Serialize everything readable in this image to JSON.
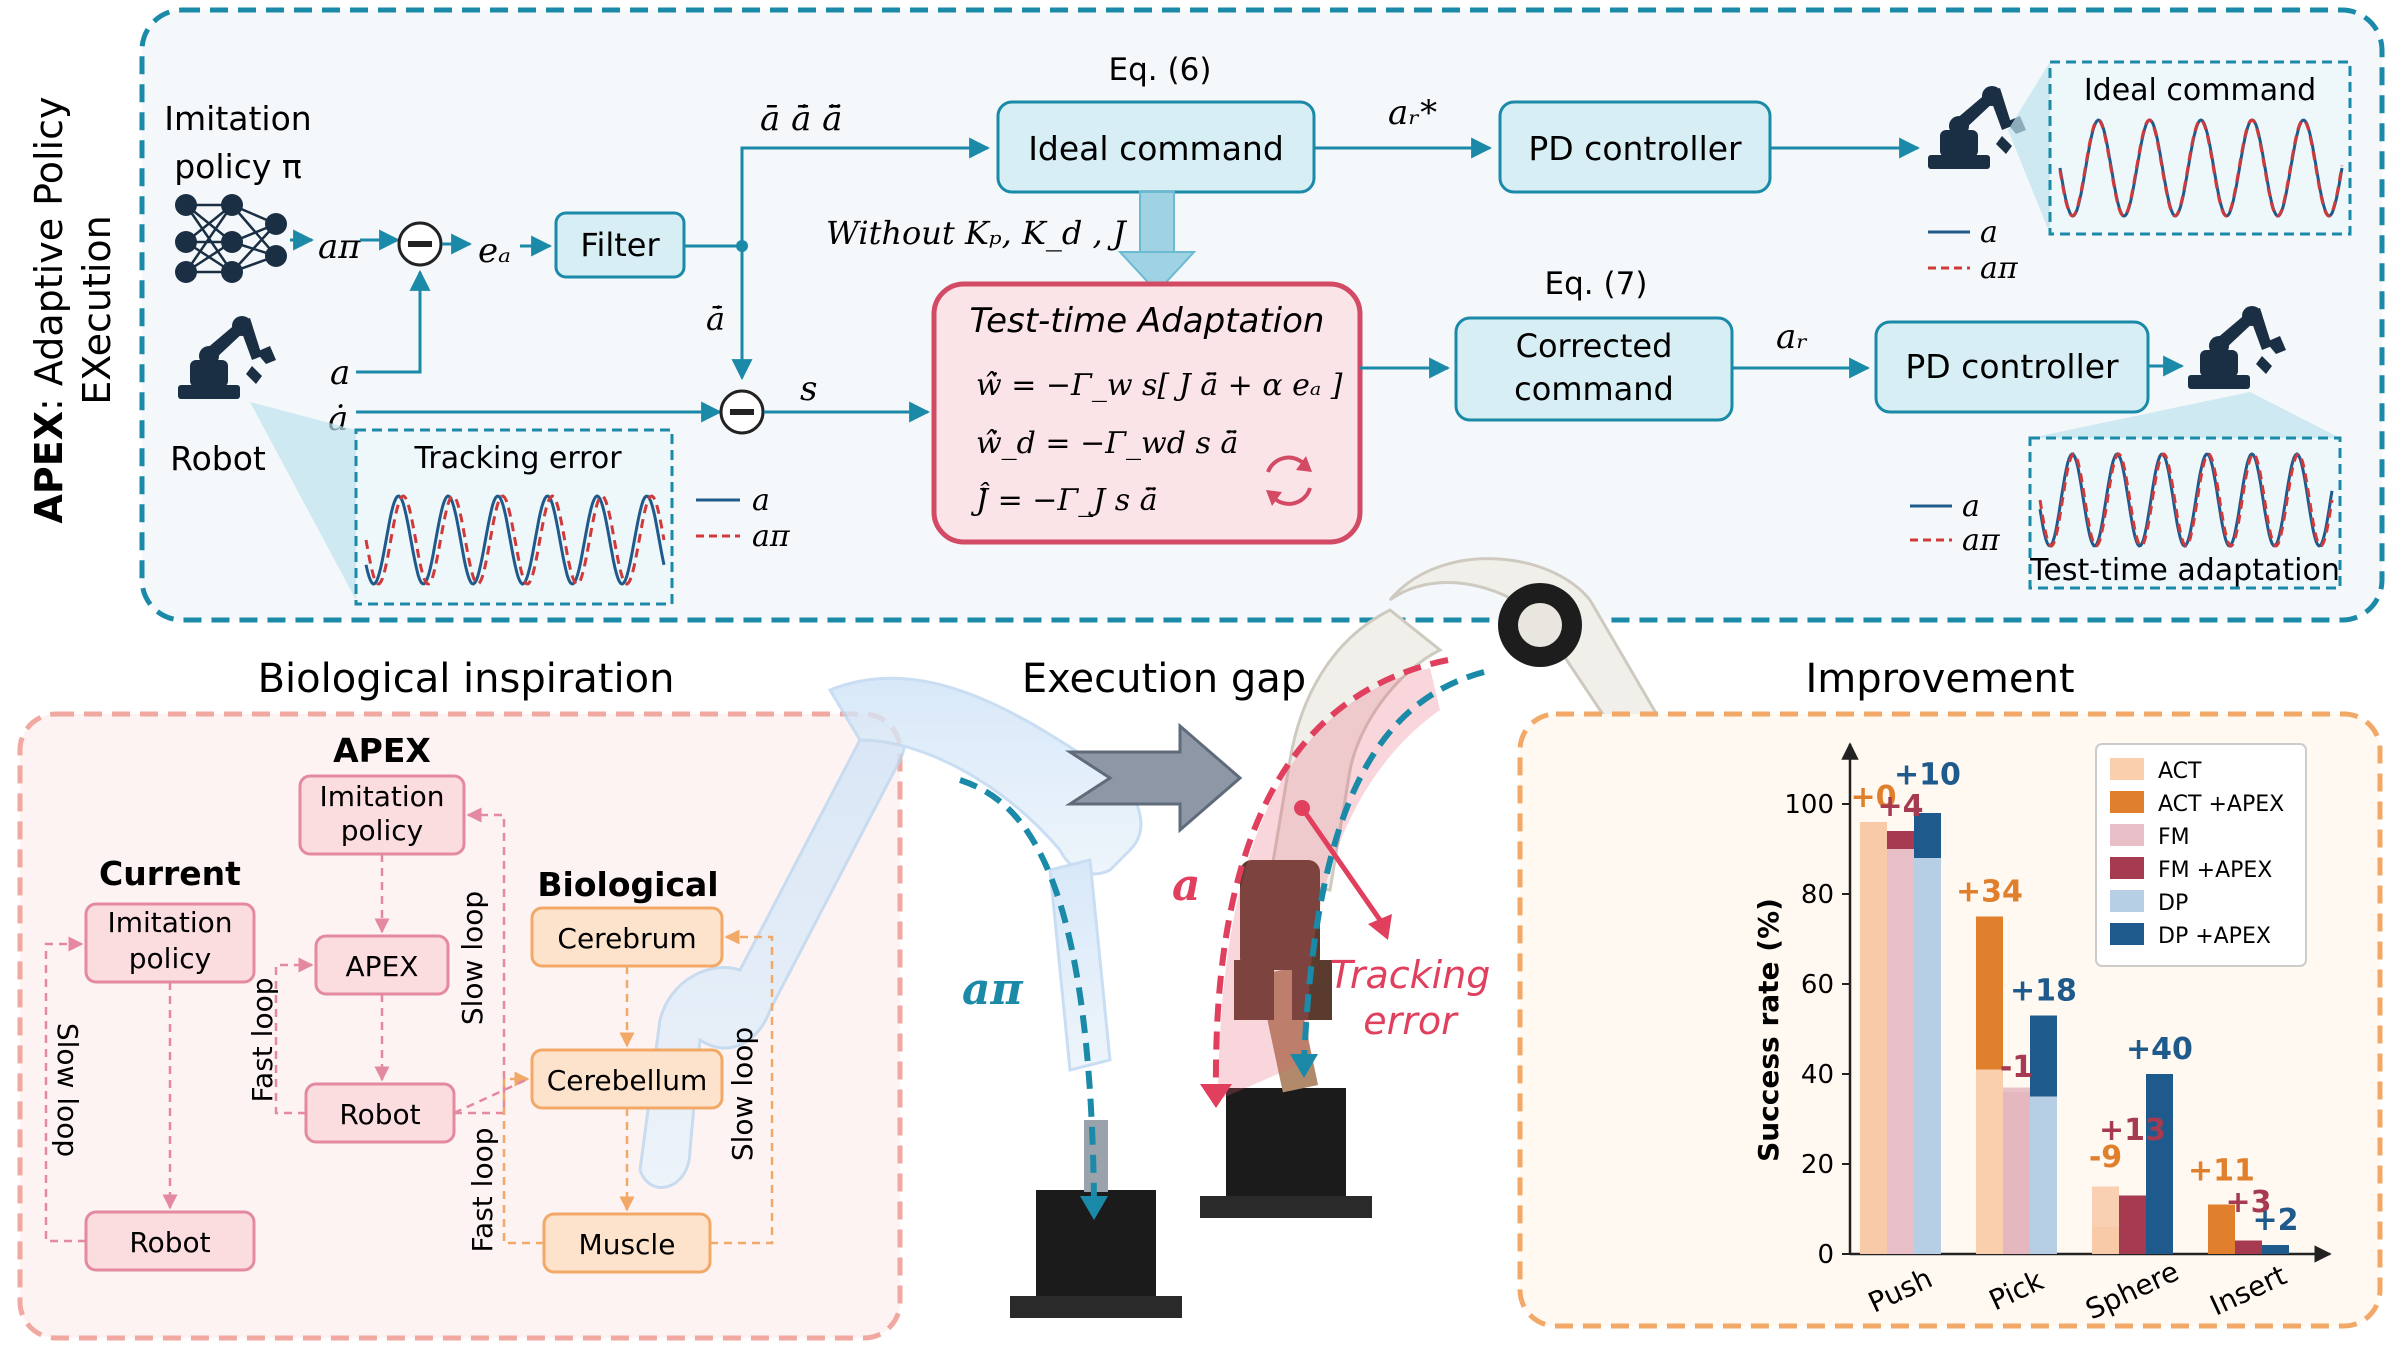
{
  "title": {
    "bold": "APEX",
    "rest": ": Adaptive Policy",
    "line2": "EXecution"
  },
  "top": {
    "imitation_policy": [
      "Imitation",
      "policy π"
    ],
    "robot": "Robot",
    "a_pi": "aπ",
    "e_a": "eₐ",
    "a": "a",
    "a_dot": "ȧ",
    "filter": "Filter",
    "a_bar": "ā ā̇ ā̈",
    "a_bar_dot": "ā̇",
    "s": "s",
    "eq6": "Eq. (6)",
    "eq7": "Eq. (7)",
    "ideal_command": "Ideal command",
    "without": "Without Kₚ, K_d , J",
    "tta_title": "Test-time Adaptation",
    "tta_eq1": "ŵ̇  = −Γ_w s[ J ā̈ + α eₐ ]",
    "tta_eq2": "ŵ̇_d = −Γ_wd s ā̈",
    "tta_eq3": "Ĵ̇   = −Γ_J s ā̈",
    "a_r_star": "aᵣ*",
    "a_r": "aᵣ",
    "pd1": "PD controller",
    "pd2": "PD controller",
    "corrected": [
      "Corrected",
      "command"
    ],
    "tracking_error_title": "Tracking error",
    "ideal_cmd_title": "Ideal command",
    "tta_plot_title": "Test-time adaptation",
    "legend_a": "a",
    "legend_api": "aπ"
  },
  "bio": {
    "section_title": "Biological inspiration",
    "current_title": "Current",
    "apex_title": "APEX",
    "biological_title": "Biological",
    "current_policy": [
      "Imitation",
      "policy"
    ],
    "current_robot": "Robot",
    "slow_loop_left": "Slow loop",
    "apex_policy": [
      "Imitation",
      "policy"
    ],
    "apex_box": "APEX",
    "apex_robot": "Robot",
    "fast_loop_apex": "Fast loop",
    "slow_loop_apex": "Slow loop",
    "cerebrum": "Cerebrum",
    "cerebellum": "Cerebellum",
    "muscle": "Muscle",
    "fast_loop_bio": "Fast loop",
    "slow_loop_bio": "Slow loop"
  },
  "gap": {
    "section_title": "Execution gap",
    "a_pi_label": "aπ",
    "a_label": "a",
    "tracking_error": [
      "Tracking",
      "error"
    ]
  },
  "improvement": {
    "section_title": "Improvement"
  },
  "chart_data": {
    "type": "bar",
    "ylabel": "Success rate (%)",
    "ylim": [
      0,
      100
    ],
    "yticks": [
      0,
      20,
      40,
      60,
      80,
      100
    ],
    "categories": [
      "Push",
      "Pick",
      "Sphere",
      "Insert"
    ],
    "series": [
      {
        "name": "ACT",
        "values": [
          96,
          41,
          15,
          0
        ],
        "color": "#f9cfae"
      },
      {
        "name": "ACT +APEX",
        "values": [
          96,
          75,
          6,
          11
        ],
        "color": "#e07f2c"
      },
      {
        "name": "FM",
        "values": [
          90,
          37,
          0,
          0
        ],
        "color": "#e8bfc6"
      },
      {
        "name": "FM +APEX",
        "values": [
          94,
          36,
          13,
          3
        ],
        "color": "#a63a50"
      },
      {
        "name": "DP",
        "values": [
          88,
          35,
          0,
          0
        ],
        "color": "#b6cfe4"
      },
      {
        "name": "DP +APEX",
        "values": [
          98,
          53,
          40,
          2
        ],
        "color": "#1f5a8c"
      }
    ],
    "annotations": [
      {
        "text": "+0",
        "cat": 0,
        "value": 98,
        "group": "ACT",
        "color": "#e07f2c"
      },
      {
        "text": "+4",
        "cat": 0,
        "value": 96,
        "group": "FM",
        "color": "#a63a50"
      },
      {
        "text": "+10",
        "cat": 0,
        "value": 103,
        "group": "DP",
        "color": "#1f5a8c"
      },
      {
        "text": "+34",
        "cat": 1,
        "value": 77,
        "group": "ACT",
        "color": "#e07f2c"
      },
      {
        "text": "-1",
        "cat": 1,
        "value": 38,
        "group": "FM",
        "color": "#a63a50"
      },
      {
        "text": "+18",
        "cat": 1,
        "value": 55,
        "group": "DP",
        "color": "#1f5a8c"
      },
      {
        "text": "+13",
        "cat": 2,
        "value": 24,
        "group": "FM",
        "color": "#a63a50"
      },
      {
        "text": "-9",
        "cat": 2,
        "value": 18,
        "group": "ACT",
        "color": "#e07f2c"
      },
      {
        "text": "+40",
        "cat": 2,
        "value": 42,
        "group": "DP",
        "color": "#1f5a8c"
      },
      {
        "text": "+11",
        "cat": 3,
        "value": 15,
        "group": "ACT",
        "color": "#e07f2c"
      },
      {
        "text": "+3",
        "cat": 3,
        "value": 8,
        "group": "FM",
        "color": "#a63a50"
      },
      {
        "text": "+2",
        "cat": 3,
        "value": 4,
        "group": "DP",
        "color": "#1f5a8c"
      }
    ],
    "legend_placement": "top-right"
  }
}
